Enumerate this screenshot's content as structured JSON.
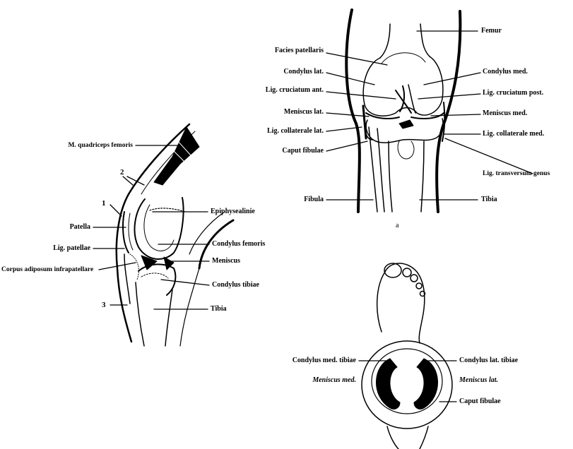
{
  "figure_a": {
    "caption": "a",
    "labels": {
      "femur": "Femur",
      "facies_patellaris": "Facies patellaris",
      "condylus_lat": "Condylus lat.",
      "condylus_med": "Condylus med.",
      "lig_cruciatum_ant": "Lig. cruciatum ant.",
      "lig_cruciatum_post": "Lig. cruciatum post.",
      "meniscus_lat": "Meniscus lat.",
      "meniscus_med": "Meniscus med.",
      "lig_collaterale_lat": "Lig. collaterale lat.",
      "lig_collaterale_med": "Lig. collaterale med.",
      "caput_fibulae": "Caput fibulae",
      "lig_transversum_genus": "Lig. transversum genus",
      "fibula": "Fibula",
      "tibia": "Tibia"
    }
  },
  "figure_sagittal": {
    "labels": {
      "m_quadriceps": "M. quadriceps femoris",
      "epiphysealinie": "Epiphysealinie",
      "patella": "Patella",
      "condylus_femoris": "Condylus femoris",
      "lig_patellae": "Lig. patellae",
      "meniscus": "Meniscus",
      "corpus_adiposum": "Corpus adiposum infrapatellare",
      "condylus_tibiae": "Condylus tibiae",
      "tibia": "Tibia"
    },
    "numbers": [
      "1",
      "2",
      "3"
    ]
  },
  "figure_top": {
    "labels": {
      "condylus_med_tibiae": "Condylus med. tibiae",
      "condylus_lat_tibiae": "Condylus lat. tibiae",
      "meniscus_med": "Meniscus med.",
      "meniscus_lat": "Meniscus lat.",
      "caput_fibulae": "Caput fibulae"
    }
  }
}
